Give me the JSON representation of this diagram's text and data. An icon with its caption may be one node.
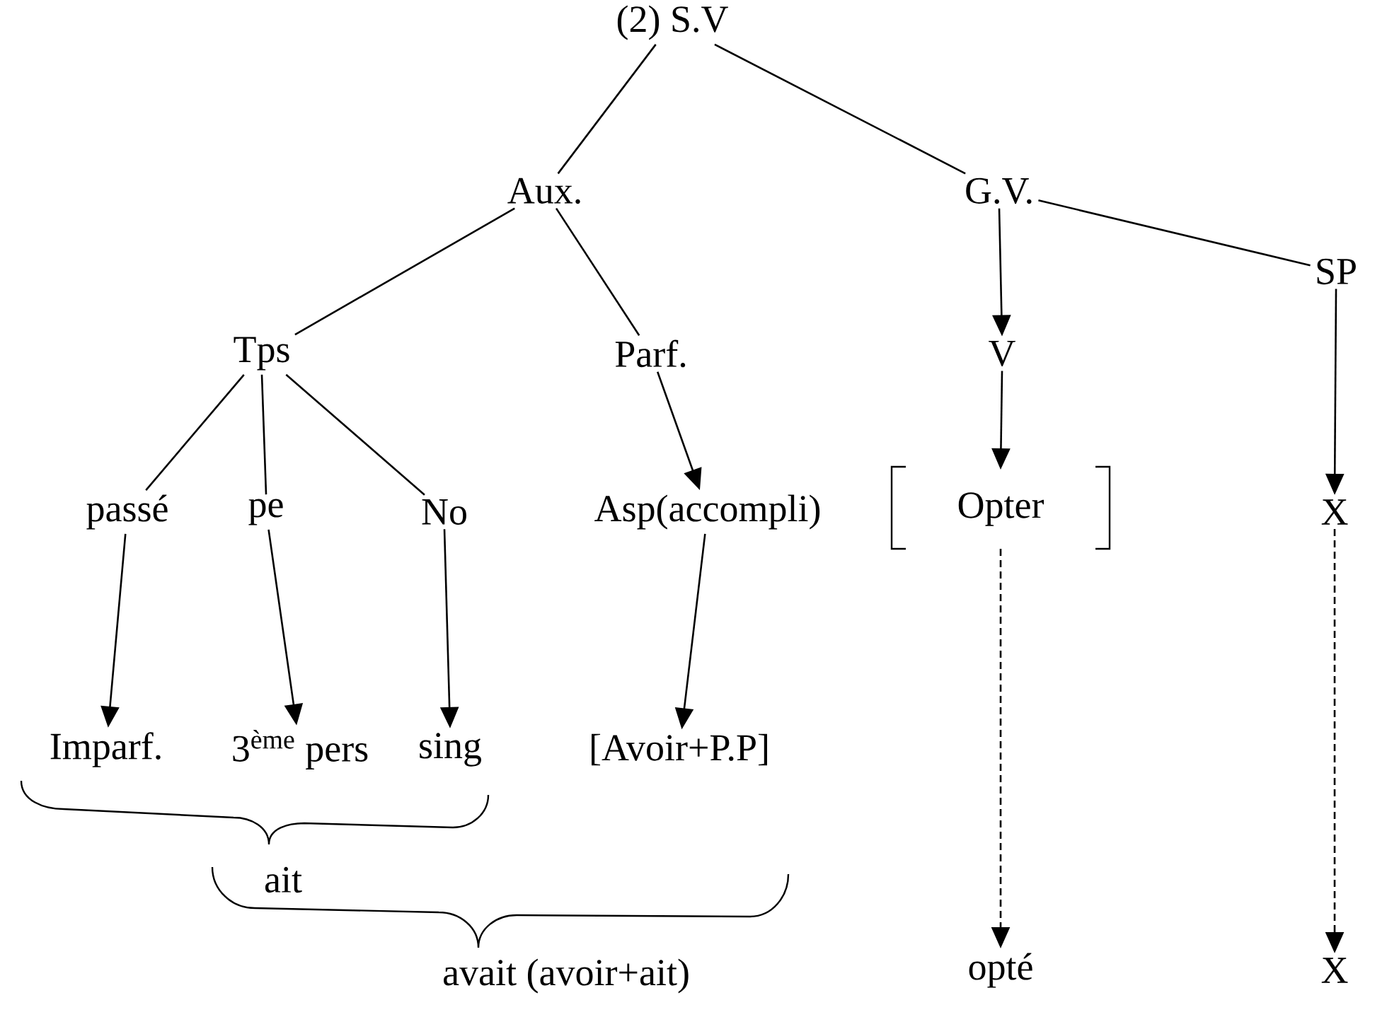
{
  "diagram": {
    "nodes": [
      {
        "text": [
          "(2) S.V"
        ]
      },
      {
        "text": [
          "Aux."
        ]
      },
      {
        "text": [
          "G.V."
        ]
      },
      {
        "text": [
          "Tps"
        ]
      },
      {
        "text": [
          "Parf."
        ]
      },
      {
        "text": [
          "V"
        ]
      },
      {
        "text": [
          "SP"
        ]
      },
      {
        "text": [
          "passé"
        ]
      },
      {
        "text": [
          "pe"
        ]
      },
      {
        "text": [
          "No"
        ]
      },
      {
        "text": [
          "Asp(accompli)"
        ]
      },
      {
        "text": [
          "Opter"
        ]
      },
      {
        "text": [
          "X"
        ]
      },
      {
        "text": [
          "Imparf."
        ]
      },
      {
        "text": [
          "3$^{ème}$ pers"
        ]
      },
      {
        "text": [
          "sing"
        ]
      },
      {
        "text": [
          "[Avoir+P.P]"
        ]
      },
      {
        "text": [
          "opté"
        ]
      },
      {
        "text": [
          "X"
        ]
      }
    ],
    "edges": [
      {
        "from": 0,
        "to": 1,
        "arrow": "none"
      },
      {
        "from": 0,
        "to": 2,
        "arrow": "none"
      },
      {
        "from": 1,
        "to": 3,
        "arrow": "none"
      },
      {
        "from": 1,
        "to": 4,
        "arrow": "none"
      },
      {
        "from": 2,
        "to": 5,
        "arrow": "to"
      },
      {
        "from": 2,
        "to": 6,
        "arrow": "none"
      },
      {
        "from": 3,
        "to": 7,
        "arrow": "none"
      },
      {
        "from": 3,
        "to": 8,
        "arrow": "none"
      },
      {
        "from": 3,
        "to": 9,
        "arrow": "none"
      },
      {
        "from": 4,
        "to": 10,
        "arrow": "to"
      },
      {
        "from": 5,
        "to": 11,
        "arrow": "to"
      },
      {
        "from": 6,
        "to": 12,
        "arrow": "to"
      },
      {
        "from": 7,
        "to": 13,
        "arrow": "to"
      },
      {
        "from": 8,
        "to": 14,
        "arrow": "to"
      },
      {
        "from": 9,
        "to": 15,
        "arrow": "to"
      },
      {
        "from": 10,
        "to": 16,
        "arrow": "to"
      },
      {
        "from": 11,
        "to": 17,
        "arrow": "to",
        "style": "dashed"
      },
      {
        "from": 12,
        "to": 18,
        "arrow": "to",
        "style": "dashed"
      }
    ],
    "labels": [
      "ait",
      "avait (avoir+ait)"
    ]
  }
}
